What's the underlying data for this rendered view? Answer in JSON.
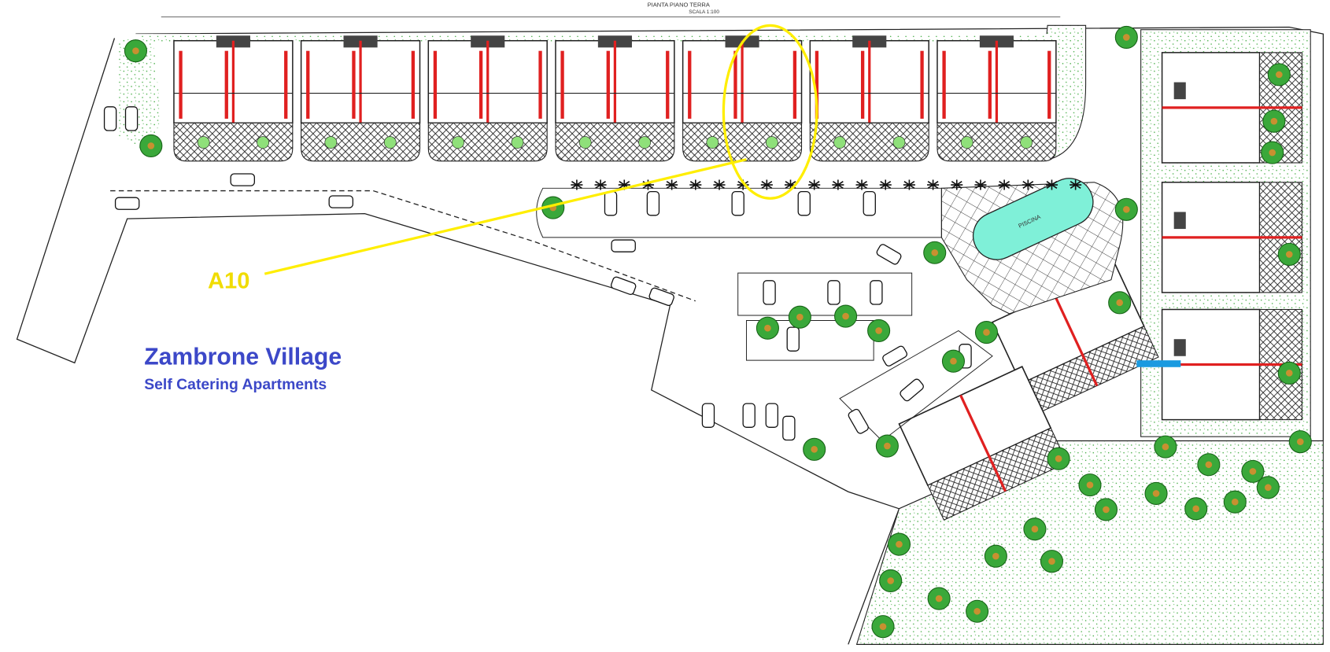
{
  "header": {
    "title": "PIANTA PIANO TERRA",
    "scale": "SCALA 1:100"
  },
  "callout": {
    "label": "A10",
    "color": "#ffee00"
  },
  "branding": {
    "name": "Zambrone Village",
    "subtitle": "Self Catering Apartments",
    "color": "#3c48c8"
  },
  "pool": {
    "label": "PISCINA",
    "color": "#7ff0d8"
  },
  "colors": {
    "green": "#3aa83a",
    "wall": "#e02020",
    "line": "#222222",
    "path": "#1a9ae0"
  }
}
